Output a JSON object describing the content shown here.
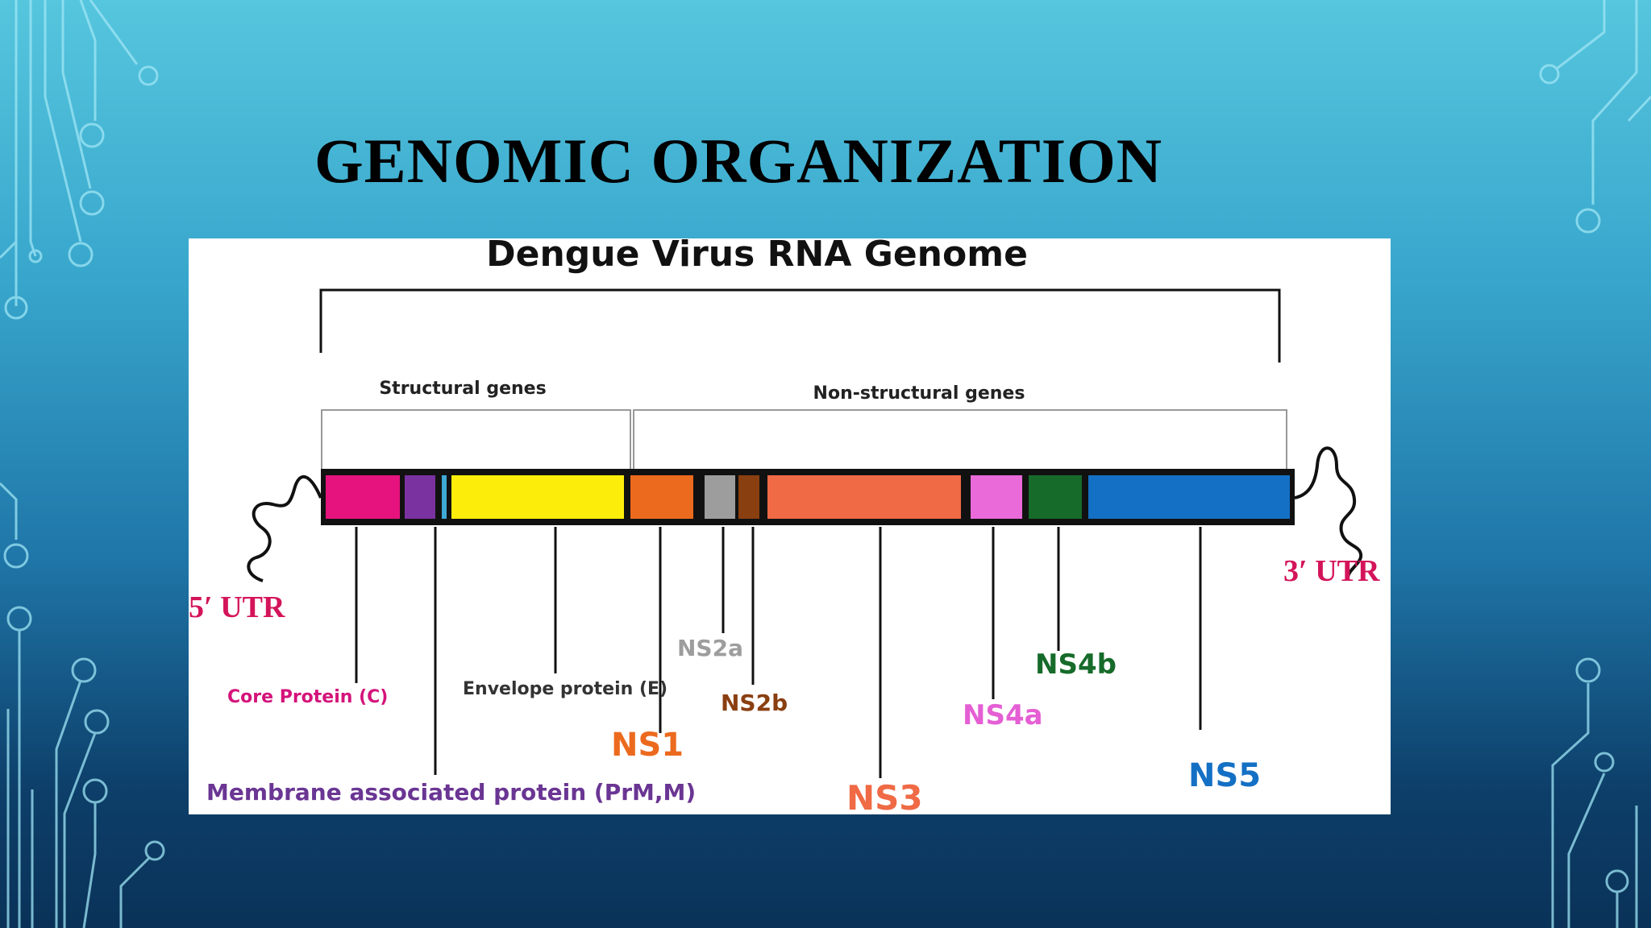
{
  "slide": {
    "title": "GENOMIC ORGANIZATION"
  },
  "figure": {
    "title": "Dengue Virus RNA Genome",
    "brackets": {
      "structural": "Structural genes",
      "non_structural": "Non-structural genes"
    },
    "utr": {
      "five": "5′ UTR",
      "three": "3′ UTR"
    },
    "segments": [
      {
        "id": "C",
        "color": "#e6137e"
      },
      {
        "id": "PrM",
        "color": "#7a32a0"
      },
      {
        "id": "S1",
        "color": "#3fa9d6"
      },
      {
        "id": "E",
        "color": "#fcee0a"
      },
      {
        "id": "NS1",
        "color": "#ec6a1e"
      },
      {
        "id": "NS2a",
        "color": "#9d9d9d"
      },
      {
        "id": "NS2b",
        "color": "#8a3f10"
      },
      {
        "id": "NS3",
        "color": "#ef6a45"
      },
      {
        "id": "NS4a",
        "color": "#e96ad8"
      },
      {
        "id": "NS4b",
        "color": "#166b2a"
      },
      {
        "id": "NS5",
        "color": "#1470c4"
      }
    ],
    "labels": {
      "core": "Core Protein (C)",
      "membrane": "Membrane associated protein (PrM,M)",
      "envelope": "Envelope protein (E)",
      "ns1": "NS1",
      "ns2a": "NS2a",
      "ns2b": "NS2b",
      "ns3": "NS3",
      "ns4a": "NS4a",
      "ns4b": "NS4b",
      "ns5": "NS5"
    },
    "label_colors": {
      "core": "#d4137a",
      "membrane": "#6a3593",
      "envelope": "#333333",
      "ns1": "#ec6a1e",
      "ns2a": "#9d9d9d",
      "ns2b": "#8a3f10",
      "ns3": "#ef6a45",
      "ns4a": "#e55fd4",
      "ns4b": "#166b2a",
      "ns5": "#1470c4",
      "utr": "#d4145a"
    }
  }
}
